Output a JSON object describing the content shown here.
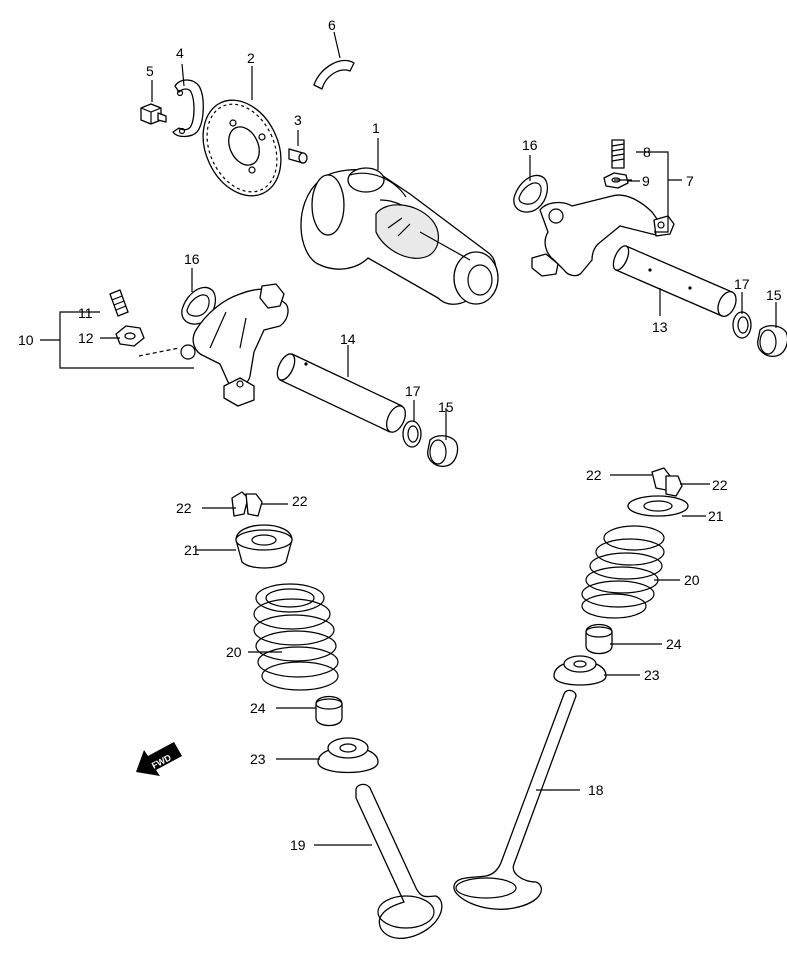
{
  "diagram": {
    "parts": [
      {
        "id": "p1",
        "number": "1",
        "name": "camshaft"
      },
      {
        "id": "p2",
        "number": "2",
        "name": "cam-sprocket"
      },
      {
        "id": "p3",
        "number": "3",
        "name": "sprocket-pin"
      },
      {
        "id": "p4",
        "number": "4",
        "name": "lock-washer"
      },
      {
        "id": "p5",
        "number": "5",
        "name": "sprocket-bolt"
      },
      {
        "id": "p6",
        "number": "6",
        "name": "cam-stopper"
      },
      {
        "id": "p7",
        "number": "7",
        "name": "rocker-arm-assembly-right"
      },
      {
        "id": "p8",
        "number": "8",
        "name": "adjusting-screw-right"
      },
      {
        "id": "p9",
        "number": "9",
        "name": "lock-nut-right"
      },
      {
        "id": "p10",
        "number": "10",
        "name": "rocker-arm-assembly-left"
      },
      {
        "id": "p11",
        "number": "11",
        "name": "adjusting-screw-left"
      },
      {
        "id": "p12",
        "number": "12",
        "name": "lock-nut-left"
      },
      {
        "id": "p13",
        "number": "13",
        "name": "rocker-shaft-right"
      },
      {
        "id": "p14",
        "number": "14",
        "name": "rocker-shaft-left"
      },
      {
        "id": "p15a",
        "number": "15",
        "name": "shaft-plug-right"
      },
      {
        "id": "p15b",
        "number": "15",
        "name": "shaft-plug-left"
      },
      {
        "id": "p16a",
        "number": "16",
        "name": "o-ring-right"
      },
      {
        "id": "p16b",
        "number": "16",
        "name": "o-ring-left"
      },
      {
        "id": "p17a",
        "number": "17",
        "name": "shaft-seal-right"
      },
      {
        "id": "p17b",
        "number": "17",
        "name": "shaft-seal-left"
      },
      {
        "id": "p18",
        "number": "18",
        "name": "exhaust-valve"
      },
      {
        "id": "p19",
        "number": "19",
        "name": "intake-valve"
      },
      {
        "id": "p20a",
        "number": "20",
        "name": "valve-spring-right"
      },
      {
        "id": "p20b",
        "number": "20",
        "name": "valve-spring-left"
      },
      {
        "id": "p21a",
        "number": "21",
        "name": "spring-retainer-right"
      },
      {
        "id": "p21b",
        "number": "21",
        "name": "spring-retainer-left"
      },
      {
        "id": "p22a",
        "number": "22",
        "name": "cotter-right-a"
      },
      {
        "id": "p22b",
        "number": "22",
        "name": "cotter-right-b"
      },
      {
        "id": "p22c",
        "number": "22",
        "name": "cotter-left-a"
      },
      {
        "id": "p22d",
        "number": "22",
        "name": "cotter-left-b"
      },
      {
        "id": "p23a",
        "number": "23",
        "name": "spring-seat-right"
      },
      {
        "id": "p23b",
        "number": "23",
        "name": "spring-seat-left"
      },
      {
        "id": "p24a",
        "number": "24",
        "name": "stem-seal-right"
      },
      {
        "id": "p24b",
        "number": "24",
        "name": "stem-seal-left"
      }
    ],
    "fwd_label": "FWD"
  }
}
